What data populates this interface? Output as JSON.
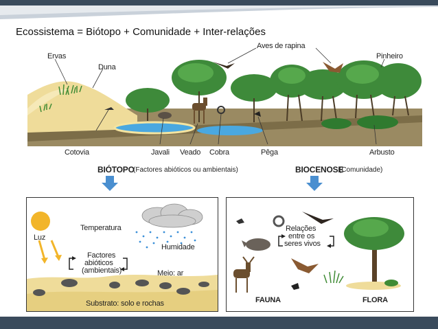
{
  "title": "Ecossistema = Biótopo + Comunidade + Inter-relações",
  "scene_labels": {
    "ervas": "Ervas",
    "duna": "Duna",
    "aves": "Aves de rapina",
    "pinheiro": "Pinheiro",
    "cotovia": "Cotovia",
    "javali": "Javali",
    "veado": "Veado",
    "cobra": "Cobra",
    "pega": "Pêga",
    "arbusto": "Arbusto"
  },
  "biotopo": {
    "heading": "BIÓTOPO",
    "note": "(Factores abióticos ou ambientais)"
  },
  "biocenose": {
    "heading": "BIOCENOSE",
    "note": "(Comunidade)"
  },
  "left_panel": {
    "luz": "Luz",
    "temperatura": "Temperatura",
    "humidade": "Humidade",
    "factores": [
      "Factores",
      "abióticos",
      "(ambientais)"
    ],
    "meio": "Meio: ar",
    "substrato": "Substrato: solo e rochas"
  },
  "right_panel": {
    "relacoes": [
      "Relações",
      "entre os",
      "seres vivos"
    ],
    "fauna": "FAUNA",
    "flora": "FLORA"
  },
  "colors": {
    "frame": "#3a4b5c",
    "arrow_blue": "#4a8fd0",
    "tree_green": "#3e8a3a",
    "sand": "#efdc9a",
    "soil": "#8a7a55",
    "water": "#4aa8e0"
  }
}
